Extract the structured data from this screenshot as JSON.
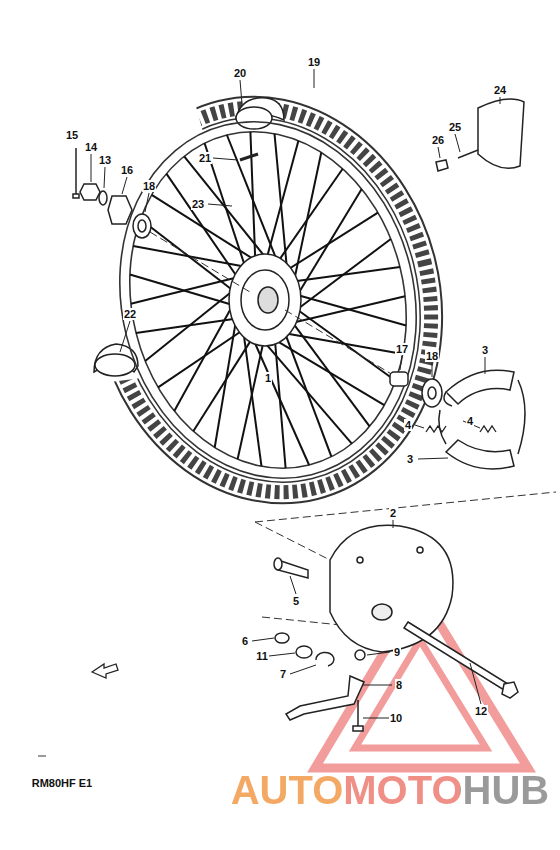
{
  "diagram": {
    "labels": [
      "19",
      "20",
      "24",
      "15",
      "14",
      "13",
      "16",
      "18",
      "26",
      "25",
      "21",
      "23",
      "22",
      "1",
      "17",
      "18",
      "3",
      "4",
      "4",
      "3",
      "2",
      "5",
      "6",
      "9",
      "11",
      "7",
      "8",
      "10",
      "12",
      "RM80HF E1",
      "AUTOMOTOHUB"
    ]
  }
}
